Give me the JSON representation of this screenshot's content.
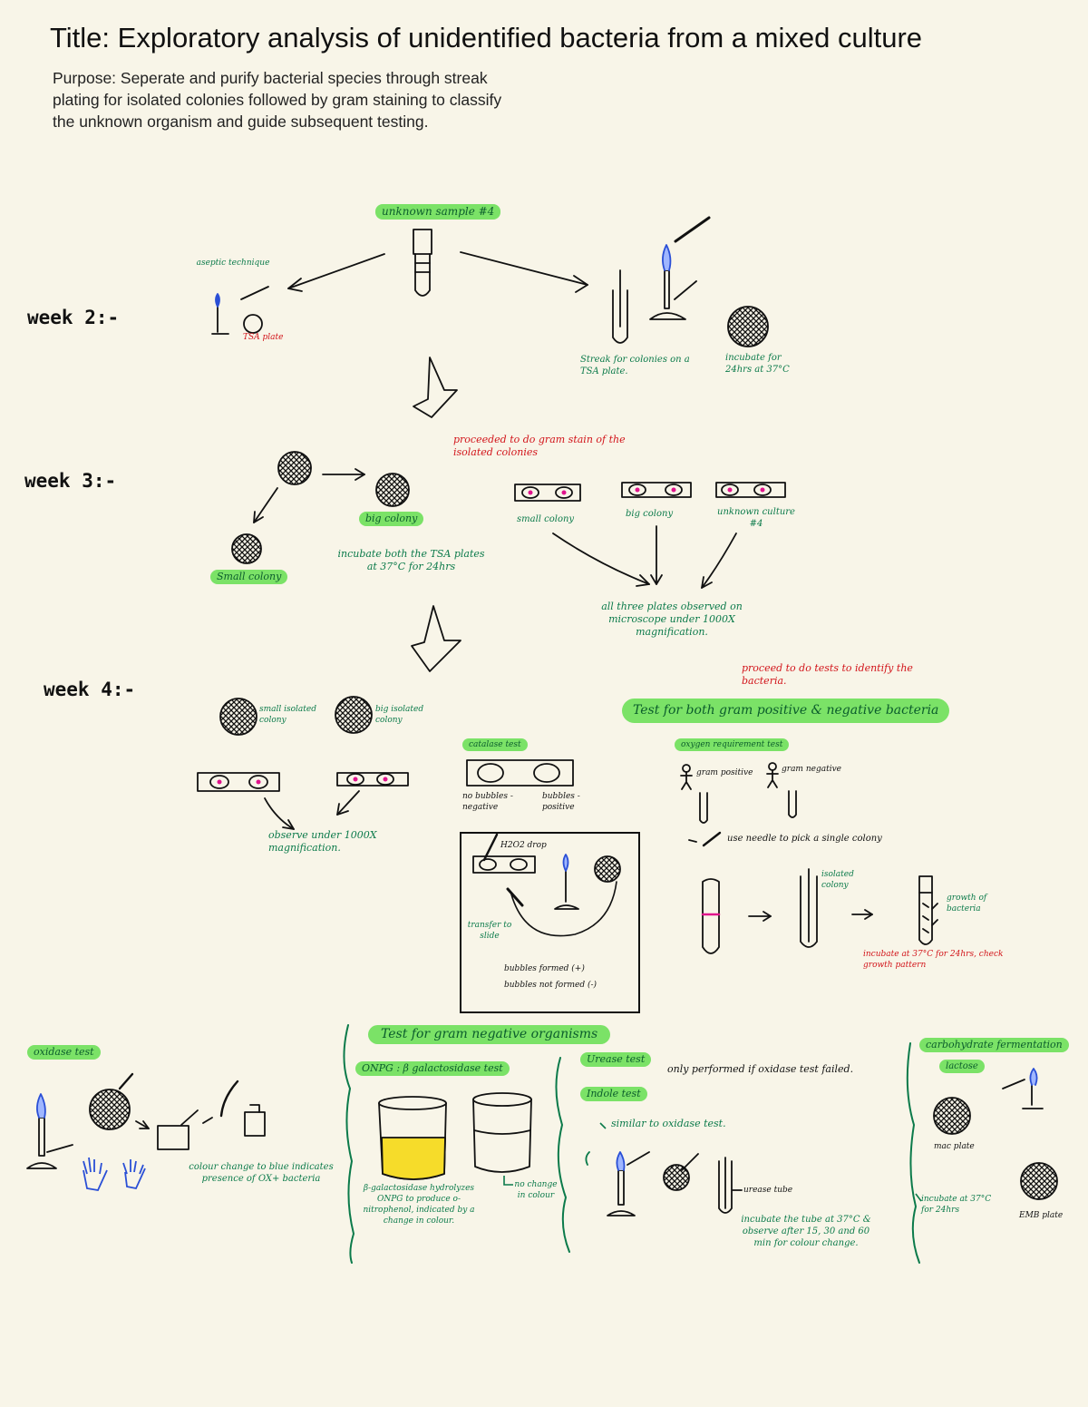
{
  "header": {
    "title": "Title: Exploratory analysis of unidentified bacteria from a mixed culture",
    "purpose": "Purpose: Seperate and purify bacterial species through streak plating for isolated colonies followed by gram staining to classify the unknown organism and guide subsequent testing."
  },
  "weeks": {
    "week2": "week 2:-",
    "week3": "week 3:-",
    "week4": "week 4:-"
  },
  "week2": {
    "sample_label": "unknown sample #4",
    "aseptic_note": "aseptic technique",
    "plate_note": "TSA plate",
    "streak_note": "Streak for colonies on a TSA plate.",
    "incubate_note": "incubate for 24hrs at 37°C"
  },
  "week3": {
    "red_note": "proceeded to do gram stain of the isolated colonies",
    "big_colony": "big colony",
    "small_colony": "Small colony",
    "incubate_note": "incubate both the TSA plates at 37°C for 24hrs",
    "slide_small": "small colony",
    "slide_big": "big colony",
    "slide_unknown": "unknown culture #4",
    "observe_note": "all three plates observed on microscope under 1000X magnification."
  },
  "week4": {
    "small_isolated": "small isolated colony",
    "big_isolated": "big isolated colony",
    "observe_note": "observe under 1000X magnification.",
    "red_note": "proceed to do tests to identify the bacteria.",
    "test_banner": "Test for both gram positive & negative bacteria",
    "catalase_label": "catalase test",
    "catalase_left": "no bubbles - negative",
    "catalase_right": "bubbles - positive",
    "hydrogen_drop": "H2O2 drop",
    "transfer_note": "transfer to slide",
    "bubbles_formed": "bubbles formed (+)",
    "bubbles_not_formed": "bubbles not formed (-)",
    "oxygen_label": "oxygen requirement test",
    "gram_positive": "gram positive",
    "gram_negative": "gram negative",
    "stab_note": "use needle to pick a single colony",
    "isolated_colony": "isolated colony",
    "growth_note": "growth of bacteria",
    "red_result_note": "incubate at 37°C for 24hrs, check growth pattern"
  },
  "bottom": {
    "oxidase_label": "oxidase test",
    "oxidase_note": "colour change to blue indicates presence of OX+ bacteria",
    "gram_negative_banner": "Test for gram negative organisms",
    "onpg_label": "ONPG : β galactosidase test",
    "onpg_note": "β-galactosidase hydrolyzes ONPG to produce o-nitrophenol, indicated by a change in colour.",
    "no_change": "no change in colour",
    "urease_label": "Urease test",
    "indole_label": "Indole test",
    "only_if_note": "only performed if oxidase test failed.",
    "similar_note": "similar to oxidase test.",
    "urease_tube": "urease tube",
    "incubate_urease": "incubate the tube at 37°C & observe after 15, 30 and 60 min for colour change.",
    "carbo_label": "carbohydrate fermentation",
    "lactose_label": "lactose",
    "mac_plate": "mac plate",
    "emb_plate": "EMB plate",
    "incubate_note": "incubate at 37°C for 24hrs"
  }
}
